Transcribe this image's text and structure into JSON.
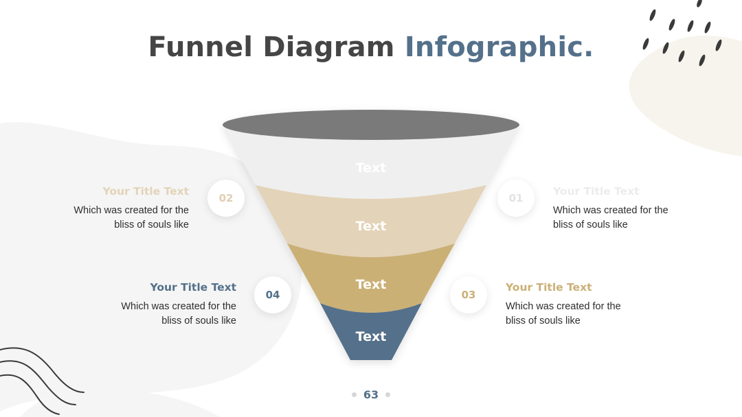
{
  "slide": {
    "title_main": "Funnel Diagram",
    "title_accent": "Infographic.",
    "page_number": "63"
  },
  "colors": {
    "title_dark": "#454545",
    "accent_blue": "#54708a",
    "beige": "#e3d3b8",
    "gold": "#cbb076",
    "light_gray": "#efefef",
    "rim_gray": "#7a7a7a"
  },
  "funnel": {
    "segments": [
      {
        "label": "Text",
        "color": "#efefef"
      },
      {
        "label": "Text",
        "color": "#e3d3b8"
      },
      {
        "label": "Text",
        "color": "#cbb076"
      },
      {
        "label": "Text",
        "color": "#54708a"
      }
    ]
  },
  "items": [
    {
      "number": "01",
      "title": "Your Title Text",
      "desc": "Which was created for the bliss of souls like",
      "color": "#ececec"
    },
    {
      "number": "02",
      "title": "Your Title Text",
      "desc": "Which was created for the bliss of souls like",
      "color": "#e3d3b8"
    },
    {
      "number": "03",
      "title": "Your Title Text",
      "desc": "Which was created for the bliss of souls like",
      "color": "#cbb076"
    },
    {
      "number": "04",
      "title": "Your Title Text",
      "desc": "Which was created for the bliss of souls like",
      "color": "#54708a"
    }
  ]
}
